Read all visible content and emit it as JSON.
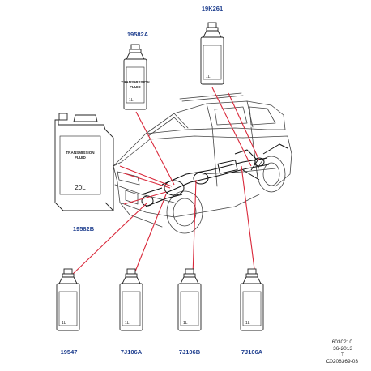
{
  "parts": {
    "bottle_top_left": {
      "part_number": "19582A",
      "label_line1": "TRANSMISSION",
      "label_line2": "FLUID",
      "volume": "1L"
    },
    "bottle_top_right": {
      "part_number": "19K261",
      "volume": "1L"
    },
    "can_left": {
      "part_number": "19582B",
      "label_line1": "TRANSMISSION",
      "label_line2": "FLUID",
      "volume": "20L"
    },
    "bottle_bottom_1": {
      "part_number": "19547",
      "volume": "1L"
    },
    "bottle_bottom_2": {
      "part_number": "7J106A",
      "volume": "1L"
    },
    "bottle_bottom_3": {
      "part_number": "7J106B",
      "volume": "1L"
    },
    "bottle_bottom_4": {
      "part_number": "7J106A",
      "volume": "1L"
    }
  },
  "reference": {
    "line1": "6030210",
    "line2": "36-2013",
    "line3": "LT",
    "line4": "C0208369-03"
  },
  "colors": {
    "leader": "#d9283a",
    "part_number": "#1f3f8f",
    "outline": "#222222"
  }
}
